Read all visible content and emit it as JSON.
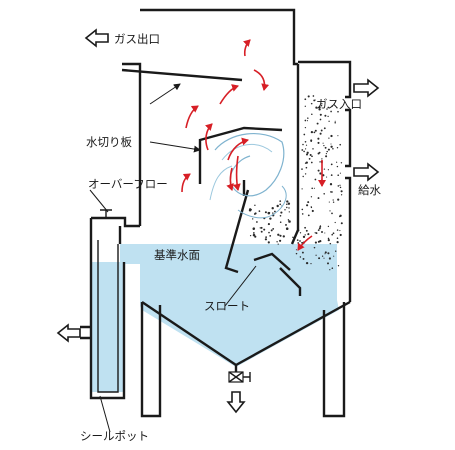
{
  "labels": {
    "gas_outlet": "ガス出口",
    "gas_inlet": "ガス入口",
    "water_supply": "給水",
    "demister": "水切り板",
    "overflow": "オーバーフロー",
    "reference_water_level": "基準水面",
    "throat": "スロート",
    "seal_pot": "シールポット"
  },
  "colors": {
    "water": "#bfe1f1",
    "flow_arrow": "#d71f26",
    "line": "#1a1a1a",
    "mist": "#2a2a2a"
  }
}
